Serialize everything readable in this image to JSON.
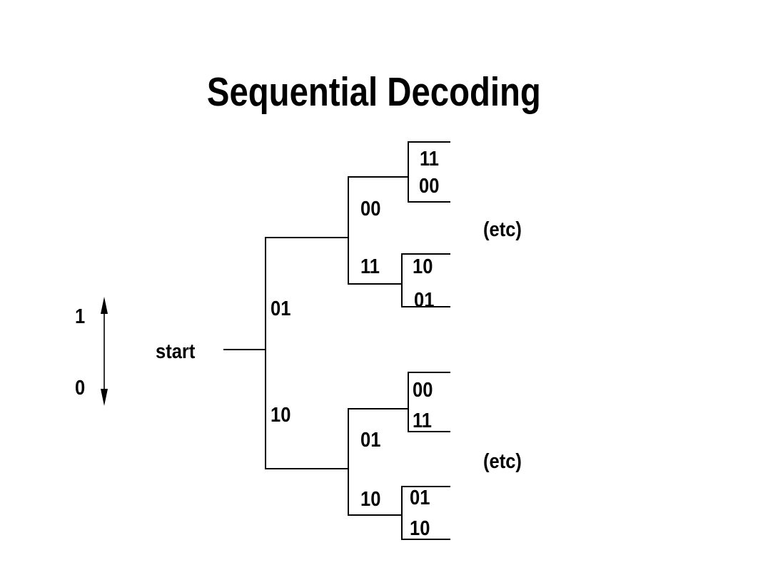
{
  "slide": {
    "title": "Sequential Decoding",
    "background_color": "#ffffff",
    "ink_color": "#000000"
  },
  "legend": {
    "up_bit": "1",
    "down_bit": "0"
  },
  "tree": {
    "start": "start",
    "level1": {
      "up": "01",
      "down": "10"
    },
    "level2": {
      "upper": {
        "up": "00",
        "down": "11"
      },
      "lower": {
        "up": "01",
        "down": "10"
      }
    },
    "level3": {
      "upper_upper": {
        "up": "11",
        "down": "00"
      },
      "upper_lower": {
        "up": "10",
        "down": "01"
      },
      "lower_upper": {
        "up": "00",
        "down": "11"
      },
      "lower_lower": {
        "up": "01",
        "down": "10"
      }
    },
    "etc_upper": "(etc)",
    "etc_lower": "(etc)"
  }
}
